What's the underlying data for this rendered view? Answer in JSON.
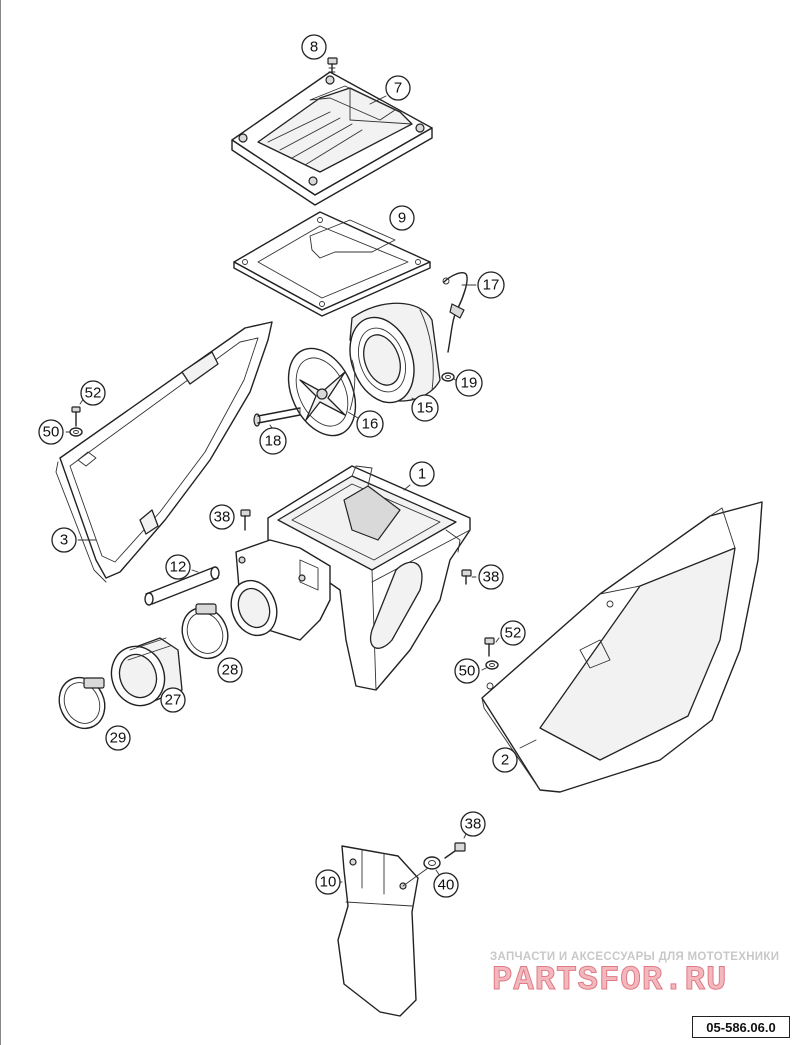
{
  "diagram": {
    "code": "05-586.06.0",
    "callouts": [
      "8",
      "7",
      "9",
      "17",
      "19",
      "15",
      "16",
      "18",
      "52",
      "50",
      "3",
      "1",
      "38",
      "12",
      "38",
      "52",
      "50",
      "28",
      "27",
      "29",
      "2",
      "38",
      "40",
      "10"
    ]
  },
  "watermark": {
    "tagline": "ЗАПЧАСТИ И АКСЕССУАРЫ ДЛЯ МОТОТЕХНИКИ",
    "logo": "PARTSFOR.RU"
  }
}
